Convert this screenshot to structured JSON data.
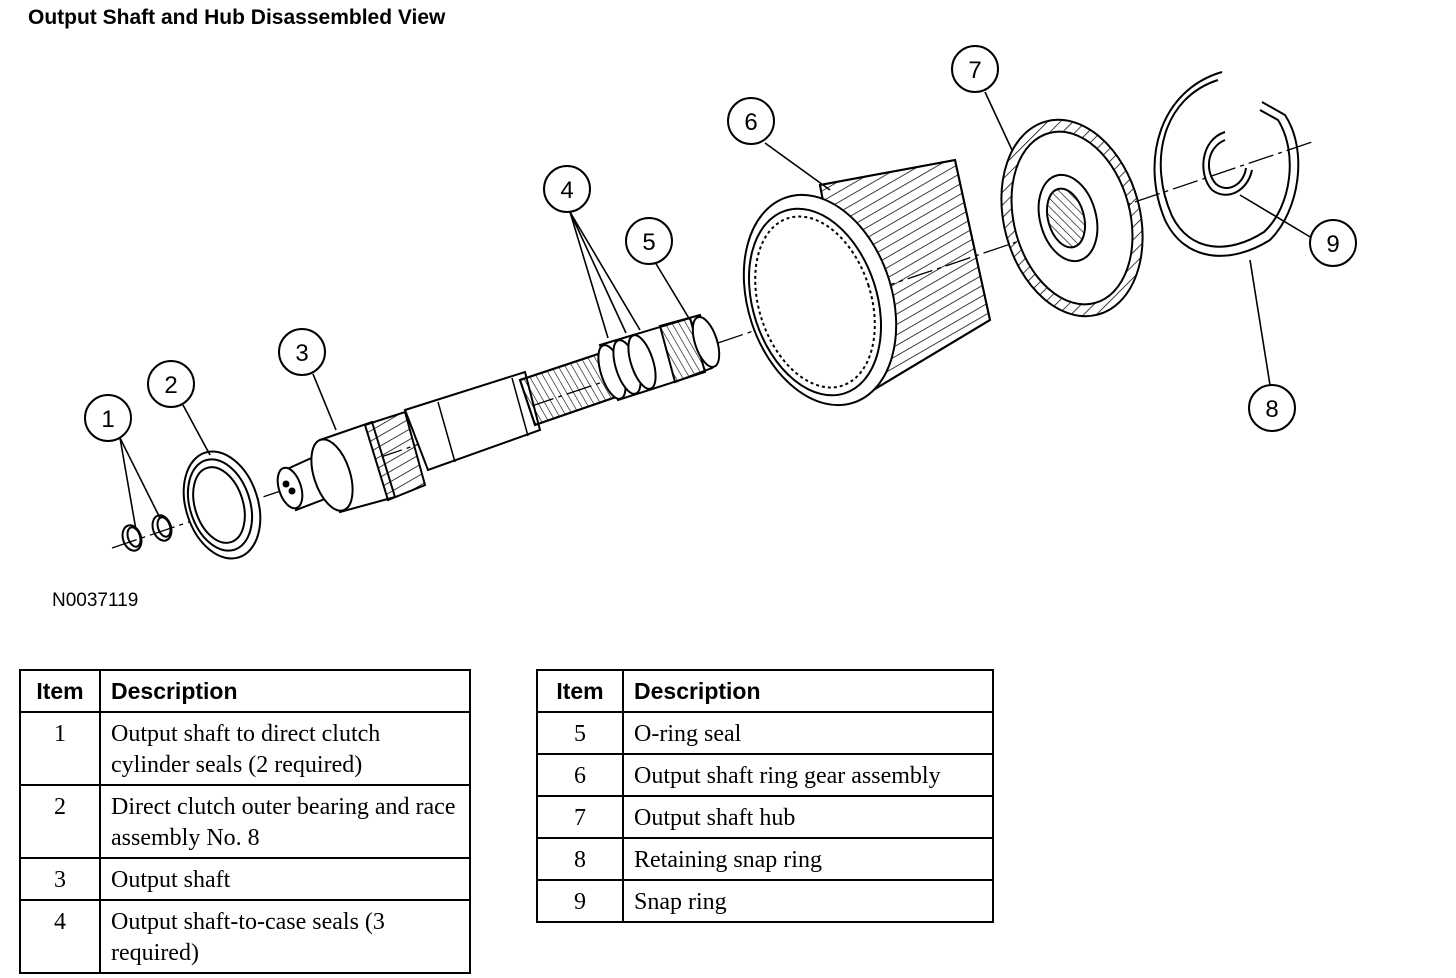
{
  "title": "Output Shaft and Hub Disassembled View",
  "figure_id": "N0037119",
  "callouts": [
    "1",
    "2",
    "3",
    "4",
    "5",
    "6",
    "7",
    "8",
    "9"
  ],
  "legend": {
    "header_item": "Item",
    "header_description": "Description",
    "left_rows": [
      {
        "item": "1",
        "description": "Output shaft to direct clutch cylinder seals (2 required)"
      },
      {
        "item": "2",
        "description": "Direct clutch outer bearing and race assembly No. 8"
      },
      {
        "item": "3",
        "description": "Output shaft"
      },
      {
        "item": "4",
        "description": "Output shaft-to-case seals (3 required)"
      }
    ],
    "right_rows": [
      {
        "item": "5",
        "description": "O-ring seal"
      },
      {
        "item": "6",
        "description": "Output shaft ring gear assembly"
      },
      {
        "item": "7",
        "description": "Output shaft hub"
      },
      {
        "item": "8",
        "description": "Retaining snap ring"
      },
      {
        "item": "9",
        "description": "Snap ring"
      }
    ]
  }
}
